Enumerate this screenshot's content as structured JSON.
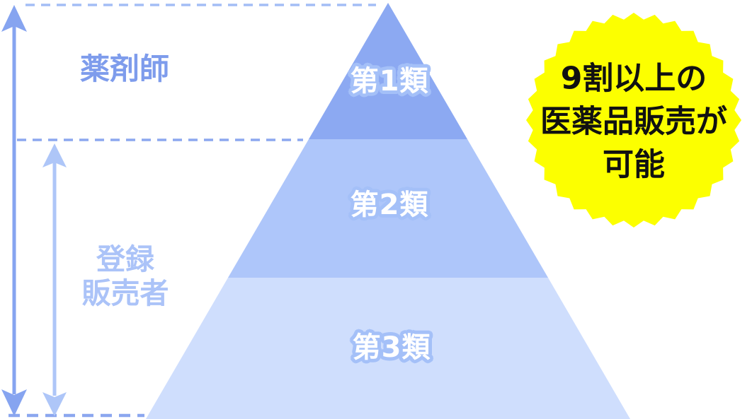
{
  "diagram": {
    "title_hint": "OTC drug classification pyramid (who can sell which class)",
    "left_labels": {
      "pharmacist": "薬剤師",
      "registered_seller_lines": [
        "登録",
        "販売者"
      ]
    },
    "pyramid": {
      "tiers": [
        {
          "label": "第1類",
          "color": "#8CA9F2"
        },
        {
          "label": "第2類",
          "color": "#AEC6FA"
        },
        {
          "label": "第3類",
          "color": "#CFDEFD"
        }
      ],
      "tier_label_text_color": "#FFFFFF",
      "tier_label_outline_color": "#A4C0F8"
    },
    "badge": {
      "lines": [
        "9割以上の",
        "医薬品販売が",
        "可能"
      ],
      "bg_color": "#FCFF00",
      "text_color": "#111111"
    },
    "colors": {
      "arrow_pharmacist": "#86A4F0",
      "arrow_registered_seller": "#AEC6F8",
      "dashed_line_top": "#A3BDF5",
      "dashed_line_middle": "#8CA7EF",
      "dashed_line_bottom": "#8CA7EF",
      "pharmacist_text": "#7E9CEC",
      "registered_seller_text": "#ABC3F8"
    }
  }
}
